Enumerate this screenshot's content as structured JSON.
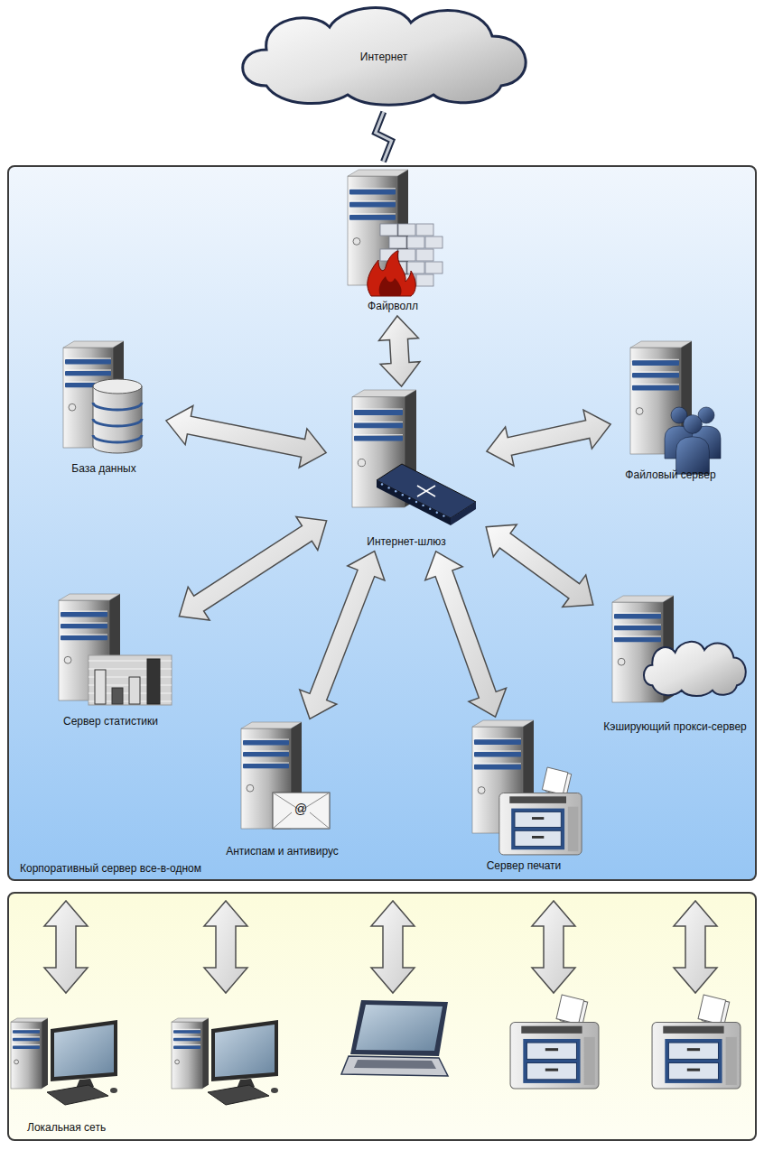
{
  "diagram": {
    "nodes": [
      {
        "text": [
          "Интернет"
        ]
      },
      {
        "text": [
          "Корпоративный сервер все-в-одном"
        ]
      },
      {
        "text": [
          "Файрволл"
        ],
        "in": 1
      },
      {
        "text": [
          "База данных"
        ],
        "in": 1
      },
      {
        "text": [
          "Интернет-шлюз"
        ],
        "in": 1
      },
      {
        "text": [
          "Файловый сервер"
        ],
        "in": 1
      },
      {
        "text": [
          "Сервер статистики"
        ],
        "in": 1
      },
      {
        "text": [
          "Кэширующий прокси-сервер"
        ],
        "in": 1
      },
      {
        "text": [
          "Антиспам и антивирус"
        ],
        "in": 1
      },
      {
        "text": [
          "Сервер печати"
        ],
        "in": 1
      },
      {
        "text": [
          "Локальная сеть"
        ]
      }
    ],
    "edges": [
      {
        "from": 0,
        "to": 1,
        "arrow": "none"
      },
      {
        "from": 2,
        "to": 4,
        "arrow": "both"
      },
      {
        "from": 3,
        "to": 4,
        "arrow": "both"
      },
      {
        "from": 5,
        "to": 4,
        "arrow": "both"
      },
      {
        "from": 6,
        "to": 4,
        "arrow": "both"
      },
      {
        "from": 7,
        "to": 4,
        "arrow": "both"
      },
      {
        "from": 8,
        "to": 4,
        "arrow": "both"
      },
      {
        "from": 9,
        "to": 4,
        "arrow": "both"
      }
    ],
    "labels": [
      "@"
    ]
  }
}
